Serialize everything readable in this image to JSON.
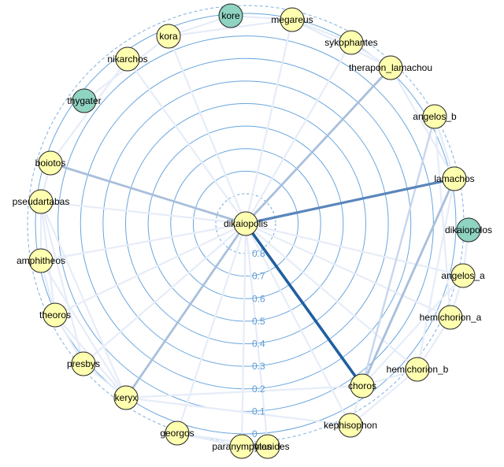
{
  "chart_data": {
    "type": "radial-network",
    "title": "",
    "center_node": "dikaiopolis",
    "ring_tick_labels": [
      "0",
      "0.1",
      "0.2",
      "0.3",
      "0.4",
      "0.5",
      "0.6",
      "0.7",
      "0.8"
    ],
    "ring_tick_values": [
      0,
      0.1,
      0.2,
      0.3,
      0.4,
      0.5,
      0.6,
      0.7,
      0.8
    ],
    "nodes": [
      {
        "id": "kore",
        "color": "#8fd3c1"
      },
      {
        "id": "megareus",
        "color": "#ffffb0"
      },
      {
        "id": "sykophantes",
        "color": "#ffffb0"
      },
      {
        "id": "therapon_lamachou",
        "color": "#ffffb0"
      },
      {
        "id": "angelos_b",
        "color": "#ffffb0"
      },
      {
        "id": "lamachos",
        "color": "#ffffb0"
      },
      {
        "id": "dikaiopolos",
        "color": "#8fd3c1"
      },
      {
        "id": "angelos_a",
        "color": "#ffffb0"
      },
      {
        "id": "hemichorion_a",
        "color": "#ffffb0"
      },
      {
        "id": "hemichorion_b",
        "color": "#ffffb0"
      },
      {
        "id": "kephisophon",
        "color": "#ffffb0"
      },
      {
        "id": "prytanides",
        "color": "#ffffb0"
      },
      {
        "id": "paranymphios",
        "color": "#ffffb0"
      },
      {
        "id": "georgos",
        "color": "#ffffb0"
      },
      {
        "id": "keryx",
        "color": "#ffffb0"
      },
      {
        "id": "presbys",
        "color": "#ffffb0"
      },
      {
        "id": "theoros",
        "color": "#ffffb0"
      },
      {
        "id": "amphitheos",
        "color": "#ffffb0"
      },
      {
        "id": "pseudartabas",
        "color": "#ffffb0"
      },
      {
        "id": "boiotos",
        "color": "#ffffb0"
      },
      {
        "id": "thygater",
        "color": "#8fd3c1"
      },
      {
        "id": "nikarchos",
        "color": "#ffffb0"
      },
      {
        "id": "kora",
        "color": "#ffffb0"
      },
      {
        "id": "choros",
        "color": "#ffffb0"
      }
    ],
    "edges": [
      {
        "source": "dikaiopolis",
        "target": "choros",
        "weight": 0.82,
        "color": "#1f5fa0"
      },
      {
        "source": "dikaiopolis",
        "target": "lamachos",
        "weight": 0.6,
        "color": "#5a86bb"
      },
      {
        "source": "dikaiopolis",
        "target": "therapon_lamachou",
        "weight": 0.4,
        "color": "#a8bfdc"
      },
      {
        "source": "dikaiopolis",
        "target": "boiotos",
        "weight": 0.4,
        "color": "#a8bfdc"
      },
      {
        "source": "dikaiopolis",
        "target": "keryx",
        "weight": 0.4,
        "color": "#a8bfdc"
      },
      {
        "source": "choros",
        "target": "lamachos",
        "weight": 0.4,
        "color": "#a8bfdc"
      },
      {
        "source": "choros",
        "target": "angelos_b",
        "weight": 0.2,
        "color": "#c8d6ec"
      },
      {
        "source": "dikaiopolis",
        "target": "kephisophon",
        "weight": 0.1,
        "color": "#e6ecf8"
      },
      {
        "source": "dikaiopolis",
        "target": "georgos",
        "weight": 0.1,
        "color": "#e6ecf8"
      },
      {
        "source": "dikaiopolis",
        "target": "prytanides",
        "weight": 0.1,
        "color": "#e6ecf8"
      },
      {
        "source": "dikaiopolis",
        "target": "paranymphios",
        "weight": 0.1,
        "color": "#e6ecf8"
      },
      {
        "source": "dikaiopolis",
        "target": "pseudartabas",
        "weight": 0.1,
        "color": "#e6ecf8"
      },
      {
        "source": "dikaiopolis",
        "target": "sykophantes",
        "weight": 0.1,
        "color": "#e6ecf8"
      },
      {
        "source": "dikaiopolis",
        "target": "megareus",
        "weight": 0.1,
        "color": "#e6ecf8"
      },
      {
        "source": "dikaiopolis",
        "target": "nikarchos",
        "weight": 0.1,
        "color": "#e6ecf8"
      },
      {
        "source": "dikaiopolis",
        "target": "amphitheos",
        "weight": 0.1,
        "color": "#e6ecf8"
      },
      {
        "source": "dikaiopolis",
        "target": "hemichorion_a",
        "weight": 0.1,
        "color": "#e6ecf8"
      },
      {
        "source": "dikaiopolis",
        "target": "hemichorion_b",
        "weight": 0.1,
        "color": "#e6ecf8"
      },
      {
        "source": "dikaiopolis",
        "target": "angelos_a",
        "weight": 0.1,
        "color": "#e6ecf8"
      },
      {
        "source": "dikaiopolis",
        "target": "theoros",
        "weight": 0.1,
        "color": "#e6ecf8"
      },
      {
        "source": "dikaiopolis",
        "target": "presbys",
        "weight": 0.1,
        "color": "#e6ecf8"
      },
      {
        "source": "dikaiopolis",
        "target": "kora",
        "weight": 0.1,
        "color": "#e6ecf8"
      },
      {
        "source": "choros",
        "target": "hemichorion_b",
        "weight": 0.1,
        "color": "#e6ecf8"
      },
      {
        "source": "choros",
        "target": "kephisophon",
        "weight": 0.1,
        "color": "#e6ecf8"
      },
      {
        "source": "choros",
        "target": "keryx",
        "weight": 0.1,
        "color": "#e6ecf8"
      },
      {
        "source": "choros",
        "target": "angelos_a",
        "weight": 0.1,
        "color": "#e6ecf8"
      },
      {
        "source": "lamachos",
        "target": "angelos_b",
        "weight": 0.1,
        "color": "#e6ecf8"
      },
      {
        "source": "lamachos",
        "target": "therapon_lamachou",
        "weight": 0.1,
        "color": "#e6ecf8"
      },
      {
        "source": "lamachos",
        "target": "hemichorion_b",
        "weight": 0.1,
        "color": "#e6ecf8"
      },
      {
        "source": "pseudartabas",
        "target": "amphitheos",
        "weight": 0.1,
        "color": "#e6ecf8"
      },
      {
        "source": "pseudartabas",
        "target": "theoros",
        "weight": 0.1,
        "color": "#e6ecf8"
      },
      {
        "source": "pseudartabas",
        "target": "presbys",
        "weight": 0.1,
        "color": "#e6ecf8"
      },
      {
        "source": "pseudartabas",
        "target": "keryx",
        "weight": 0.1,
        "color": "#e6ecf8"
      },
      {
        "source": "amphitheos",
        "target": "theoros",
        "weight": 0.1,
        "color": "#e6ecf8"
      },
      {
        "source": "amphitheos",
        "target": "keryx",
        "weight": 0.1,
        "color": "#e6ecf8"
      },
      {
        "source": "theoros",
        "target": "presbys",
        "weight": 0.1,
        "color": "#e6ecf8"
      },
      {
        "source": "theoros",
        "target": "keryx",
        "weight": 0.1,
        "color": "#e6ecf8"
      },
      {
        "source": "presbys",
        "target": "keryx",
        "weight": 0.1,
        "color": "#e6ecf8"
      },
      {
        "source": "kora",
        "target": "megareus",
        "weight": 0.1,
        "color": "#e6ecf8"
      },
      {
        "source": "kora",
        "target": "kore",
        "weight": 0.1,
        "color": "#e6ecf8"
      },
      {
        "source": "kora",
        "target": "thygater",
        "weight": 0.1,
        "color": "#e6ecf8"
      },
      {
        "source": "megareus",
        "target": "kore",
        "weight": 0.1,
        "color": "#e6ecf8"
      },
      {
        "source": "megareus",
        "target": "sykophantes",
        "weight": 0.1,
        "color": "#e6ecf8"
      },
      {
        "source": "megareus",
        "target": "therapon_lamachou",
        "weight": 0.1,
        "color": "#e6ecf8"
      },
      {
        "source": "sykophantes",
        "target": "therapon_lamachou",
        "weight": 0.1,
        "color": "#e6ecf8"
      },
      {
        "source": "hemichorion_a",
        "target": "hemichorion_b",
        "weight": 0.1,
        "color": "#e6ecf8"
      },
      {
        "source": "hemichorion_a",
        "target": "angelos_a",
        "weight": 0.1,
        "color": "#e6ecf8"
      },
      {
        "source": "hemichorion_b",
        "target": "kephisophon",
        "weight": 0.1,
        "color": "#e6ecf8"
      },
      {
        "source": "angelos_a",
        "target": "dikaiopolos",
        "weight": 0.1,
        "color": "#e6ecf8"
      },
      {
        "source": "georgos",
        "target": "paranymphios",
        "weight": 0.1,
        "color": "#e6ecf8"
      },
      {
        "source": "georgos",
        "target": "prytanides",
        "weight": 0.1,
        "color": "#e6ecf8"
      },
      {
        "source": "paranymphios",
        "target": "prytanides",
        "weight": 0.1,
        "color": "#e6ecf8"
      },
      {
        "source": "boiotos",
        "target": "nikarchos",
        "weight": 0.1,
        "color": "#e6ecf8"
      },
      {
        "source": "boiotos",
        "target": "pseudartabas",
        "weight": 0.1,
        "color": "#e6ecf8"
      },
      {
        "source": "angelos_b",
        "target": "hemichorion_a",
        "weight": 0.1,
        "color": "#e6ecf8"
      },
      {
        "source": "kephisophon",
        "target": "keryx",
        "weight": 0.1,
        "color": "#e6ecf8"
      }
    ]
  }
}
